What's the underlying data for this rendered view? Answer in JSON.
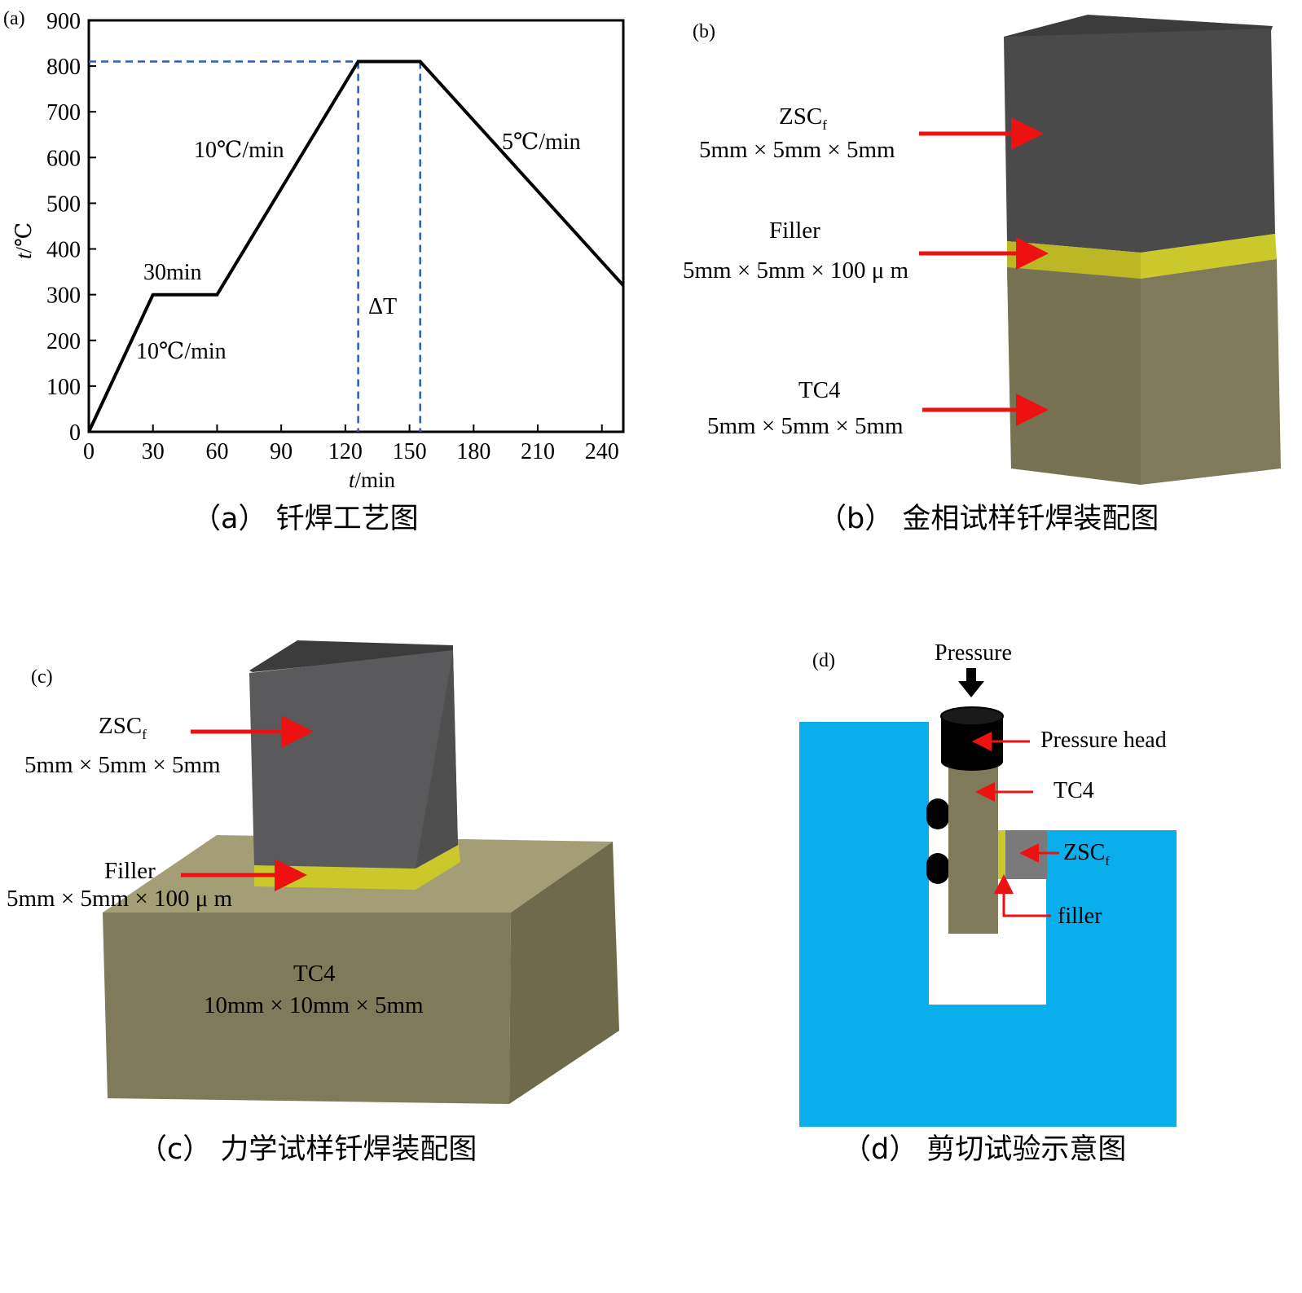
{
  "panel_a": {
    "tag": "(a)",
    "caption": "（a）   钎焊工艺图",
    "chart_data": {
      "type": "line",
      "xlabel_italic": "t",
      "xlabel_unit": "/min",
      "ylabel_italic": "t",
      "ylabel_unit": "/℃",
      "xlim": [
        0,
        250
      ],
      "ylim": [
        0,
        900
      ],
      "xticks": [
        0,
        30,
        60,
        90,
        120,
        150,
        180,
        210,
        240
      ],
      "yticks": [
        0,
        100,
        200,
        300,
        400,
        500,
        600,
        700,
        800,
        900
      ],
      "series": [
        {
          "x": [
            0,
            30,
            60,
            126,
            155,
            250
          ],
          "y": [
            0,
            300,
            300,
            810,
            810,
            320
          ]
        }
      ],
      "reference_lines": {
        "y": 810,
        "x": [
          126,
          155
        ]
      },
      "annotations": [
        "10℃/min",
        "30min",
        "10℃/min",
        "ΔT",
        "5℃/min"
      ]
    }
  },
  "panel_b": {
    "tag": "(b)",
    "caption": "（b）   金相试样钎焊装配图",
    "zsc_label": "ZSC",
    "zsc_sub": "f",
    "zsc_dims": "5mm × 5mm × 5mm",
    "filler_label": "Filler",
    "filler_dims": "5mm × 5mm × 100 μ m",
    "tc4_label": "TC4",
    "tc4_dims": "5mm × 5mm × 5mm"
  },
  "panel_c": {
    "tag": "(c)",
    "caption": "（c）   力学试样钎焊装配图",
    "zsc_label": "ZSC",
    "zsc_sub": "f",
    "zsc_dims": "5mm × 5mm × 5mm",
    "filler_label": "Filler",
    "filler_dims": "5mm × 5mm × 100 μ m",
    "tc4_label": "TC4",
    "tc4_dims": "10mm × 10mm × 5mm"
  },
  "panel_d": {
    "tag": "(d)",
    "caption": "（d）   剪切试验示意图",
    "pressure": "Pressure",
    "pressure_head": "Pressure head",
    "tc4": "TC4",
    "zsc_label": "ZSC",
    "zsc_sub": "f",
    "filler": "filler"
  },
  "colors": {
    "zsc": "#4a4a4a",
    "filler": "#cbc82b",
    "tc4": "#7f7a59",
    "fixture": "#0aaeea",
    "arrow": "#ee1111",
    "guide": "#2a5fb5"
  }
}
